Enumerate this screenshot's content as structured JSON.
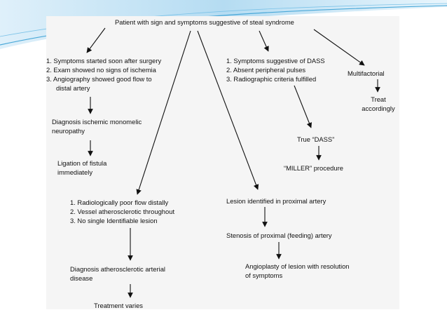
{
  "flowchart": {
    "root": "Patient with sign and symptoms suggestive of steal syndrome",
    "branch_a": {
      "criteria": [
        "1. Symptoms started soon after surgery",
        "2. Exam showed no signs of ischemia",
        "3. Angiography showed good flow to",
        "distal artery"
      ],
      "diagnosis": [
        "Diagnosis ischemic monomelic",
        "neuropathy"
      ],
      "action": [
        "Ligation of fistula",
        "immediately"
      ]
    },
    "branch_b": {
      "criteria": [
        "1. Radiologically poor flow distally",
        "2. Vessel atherosclerotic throughout",
        "3. No single Identifiable lesion"
      ],
      "diagnosis": [
        "Diagnosis atherosclerotic arterial",
        "disease"
      ],
      "action": "Treatment varies"
    },
    "branch_c": {
      "finding": "Lesion identified in proximal artery",
      "stenosis": "Stenosis of proximal (feeding) artery",
      "action": [
        "Angioplasty of lesion with resolution",
        "of symptoms"
      ]
    },
    "branch_d": {
      "criteria": [
        "1. Symptoms suggestive of DASS",
        "2. Absent peripheral pulses",
        "3. Radiographic criteria fulfilled"
      ],
      "result": "True “DASS”",
      "action": "“MILLER” procedure"
    },
    "branch_e": {
      "label": "Multifactorial",
      "action": [
        "Treat",
        "accordingly"
      ]
    }
  },
  "colors": {
    "background": "#ffffff",
    "panel": "#f5f5f5",
    "text": "#111111",
    "decor_blue": "#4aa8d8"
  }
}
